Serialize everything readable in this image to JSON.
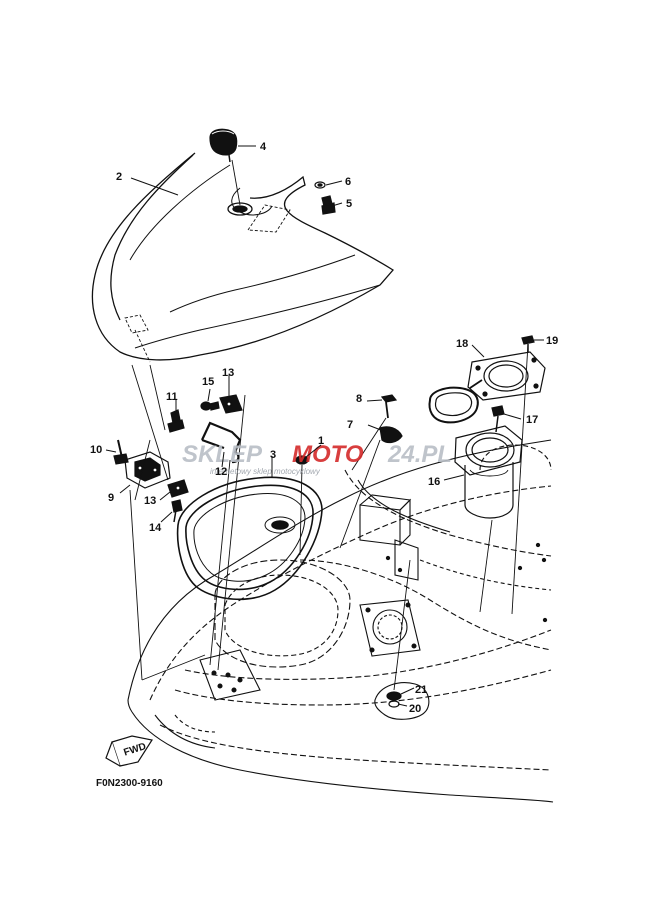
{
  "diagram": {
    "reference_code": "F0N2300-9160",
    "fwd_label": "FWD",
    "watermark": {
      "part_a": "SKLEP",
      "part_b": "MOTO",
      "part_c": "24.PL",
      "tagline": "internetowy sklep motocyklowy"
    },
    "callouts": [
      {
        "id": "c1",
        "label": "1"
      },
      {
        "id": "c2",
        "label": "2"
      },
      {
        "id": "c3",
        "label": "3"
      },
      {
        "id": "c4",
        "label": "4"
      },
      {
        "id": "c5",
        "label": "5"
      },
      {
        "id": "c6",
        "label": "6"
      },
      {
        "id": "c7",
        "label": "7"
      },
      {
        "id": "c8",
        "label": "8"
      },
      {
        "id": "c9",
        "label": "9"
      },
      {
        "id": "c10",
        "label": "10"
      },
      {
        "id": "c11",
        "label": "11"
      },
      {
        "id": "c12",
        "label": "12"
      },
      {
        "id": "c13a",
        "label": "13"
      },
      {
        "id": "c13b",
        "label": "13"
      },
      {
        "id": "c14",
        "label": "14"
      },
      {
        "id": "c15",
        "label": "15"
      },
      {
        "id": "c16",
        "label": "16"
      },
      {
        "id": "c17",
        "label": "17"
      },
      {
        "id": "c18",
        "label": "18"
      },
      {
        "id": "c19",
        "label": "19"
      },
      {
        "id": "c20",
        "label": "20"
      },
      {
        "id": "c21",
        "label": "21"
      }
    ],
    "colors": {
      "line": "#111111",
      "watermark_red": "#d42a2a",
      "watermark_grey": "#b9bec6"
    }
  }
}
